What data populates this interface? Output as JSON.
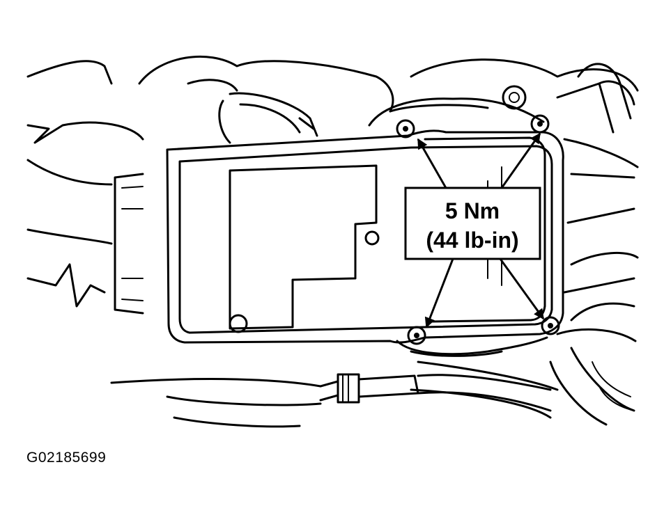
{
  "callout": {
    "torque_nm": "5 Nm",
    "torque_lbin": "(44 lb-in)"
  },
  "figure_id": "G02185699",
  "icons": [
    "bolt-icon",
    "arrow-icon"
  ]
}
